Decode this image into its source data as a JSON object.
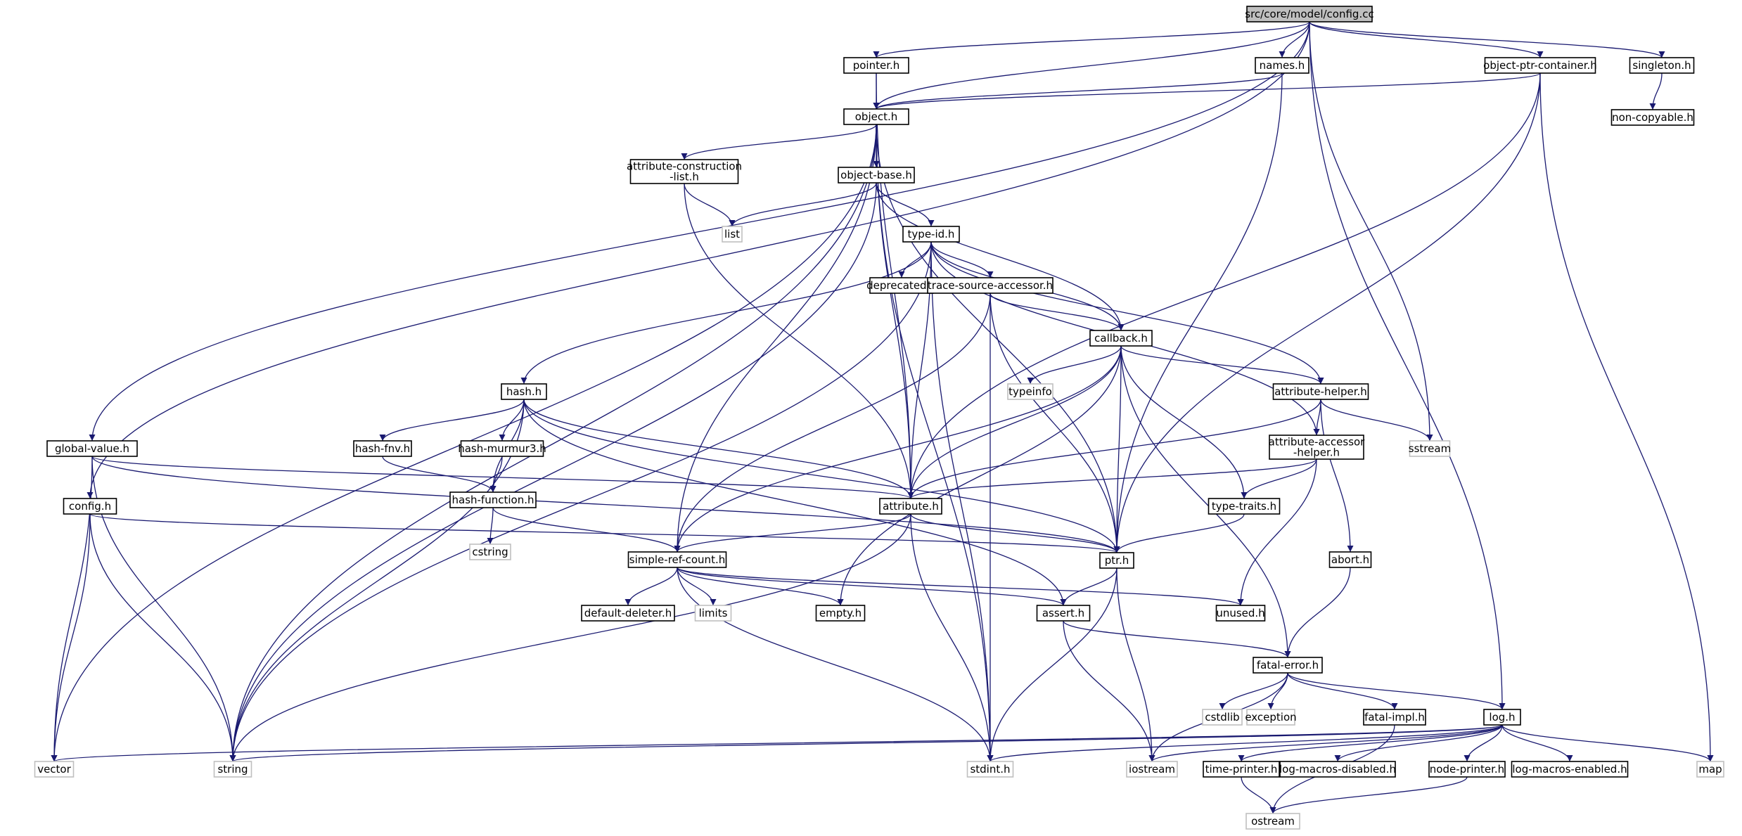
{
  "title": "src/core/model/config.cc",
  "colors": {
    "edge": "#191970",
    "main_fill": "#bfbfbf",
    "node_border": "#000000",
    "system_border": "#bfbfbf"
  },
  "nodes": [
    {
      "id": "config_cc",
      "label": [
        "src/core/model/config.cc"
      ],
      "kind": "main"
    },
    {
      "id": "pointer_h",
      "label": [
        "pointer.h"
      ],
      "kind": "local"
    },
    {
      "id": "names_h",
      "label": [
        "names.h"
      ],
      "kind": "local"
    },
    {
      "id": "opc_h",
      "label": [
        "object-ptr-container.h"
      ],
      "kind": "local"
    },
    {
      "id": "singleton_h",
      "label": [
        "singleton.h"
      ],
      "kind": "local"
    },
    {
      "id": "noncopy_h",
      "label": [
        "non-copyable.h"
      ],
      "kind": "local"
    },
    {
      "id": "object_h",
      "label": [
        "object.h"
      ],
      "kind": "local"
    },
    {
      "id": "acl_h",
      "label": [
        "attribute-construction",
        "-list.h"
      ],
      "kind": "local"
    },
    {
      "id": "objbase_h",
      "label": [
        "object-base.h"
      ],
      "kind": "local"
    },
    {
      "id": "list",
      "label": [
        "list"
      ],
      "kind": "system"
    },
    {
      "id": "typeid_h",
      "label": [
        "type-id.h"
      ],
      "kind": "local"
    },
    {
      "id": "deprecated_h",
      "label": [
        "deprecated.h"
      ],
      "kind": "local"
    },
    {
      "id": "tsa_h",
      "label": [
        "trace-source-accessor.h"
      ],
      "kind": "local"
    },
    {
      "id": "callback_h",
      "label": [
        "callback.h"
      ],
      "kind": "local"
    },
    {
      "id": "typeinfo",
      "label": [
        "typeinfo"
      ],
      "kind": "system"
    },
    {
      "id": "attrhelper_h",
      "label": [
        "attribute-helper.h"
      ],
      "kind": "local"
    },
    {
      "id": "sstream",
      "label": [
        "sstream"
      ],
      "kind": "system"
    },
    {
      "id": "hash_h",
      "label": [
        "hash.h"
      ],
      "kind": "local"
    },
    {
      "id": "hashfnv_h",
      "label": [
        "hash-fnv.h"
      ],
      "kind": "local"
    },
    {
      "id": "hashmm3_h",
      "label": [
        "hash-murmur3.h"
      ],
      "kind": "local"
    },
    {
      "id": "hashfn_h",
      "label": [
        "hash-function.h"
      ],
      "kind": "local"
    },
    {
      "id": "cstring",
      "label": [
        "cstring"
      ],
      "kind": "system"
    },
    {
      "id": "globalval_h",
      "label": [
        "global-value.h"
      ],
      "kind": "local"
    },
    {
      "id": "config_h",
      "label": [
        "config.h"
      ],
      "kind": "local"
    },
    {
      "id": "aah_h",
      "label": [
        "attribute-accessor",
        "-helper.h"
      ],
      "kind": "local"
    },
    {
      "id": "attribute_h",
      "label": [
        "attribute.h"
      ],
      "kind": "local"
    },
    {
      "id": "typetraits_h",
      "label": [
        "type-traits.h"
      ],
      "kind": "local"
    },
    {
      "id": "src_h",
      "label": [
        "simple-ref-count.h"
      ],
      "kind": "local"
    },
    {
      "id": "ptr_h",
      "label": [
        "ptr.h"
      ],
      "kind": "local"
    },
    {
      "id": "abort_h",
      "label": [
        "abort.h"
      ],
      "kind": "local"
    },
    {
      "id": "defdel_h",
      "label": [
        "default-deleter.h"
      ],
      "kind": "local"
    },
    {
      "id": "limits",
      "label": [
        "limits"
      ],
      "kind": "system"
    },
    {
      "id": "empty_h",
      "label": [
        "empty.h"
      ],
      "kind": "local"
    },
    {
      "id": "assert_h",
      "label": [
        "assert.h"
      ],
      "kind": "local"
    },
    {
      "id": "unused_h",
      "label": [
        "unused.h"
      ],
      "kind": "local"
    },
    {
      "id": "fatalerr_h",
      "label": [
        "fatal-error.h"
      ],
      "kind": "local"
    },
    {
      "id": "cstdlib",
      "label": [
        "cstdlib"
      ],
      "kind": "system"
    },
    {
      "id": "exception",
      "label": [
        "exception"
      ],
      "kind": "system"
    },
    {
      "id": "fatalimpl_h",
      "label": [
        "fatal-impl.h"
      ],
      "kind": "local"
    },
    {
      "id": "log_h",
      "label": [
        "log.h"
      ],
      "kind": "local"
    },
    {
      "id": "vector",
      "label": [
        "vector"
      ],
      "kind": "system"
    },
    {
      "id": "string",
      "label": [
        "string"
      ],
      "kind": "system"
    },
    {
      "id": "stdint_h",
      "label": [
        "stdint.h"
      ],
      "kind": "system"
    },
    {
      "id": "iostream",
      "label": [
        "iostream"
      ],
      "kind": "system"
    },
    {
      "id": "timeprinter_h",
      "label": [
        "time-printer.h"
      ],
      "kind": "local"
    },
    {
      "id": "lmd_h",
      "label": [
        "log-macros-disabled.h"
      ],
      "kind": "local"
    },
    {
      "id": "nodeprinter_h",
      "label": [
        "node-printer.h"
      ],
      "kind": "local"
    },
    {
      "id": "lme_h",
      "label": [
        "log-macros-enabled.h"
      ],
      "kind": "local"
    },
    {
      "id": "map",
      "label": [
        "map"
      ],
      "kind": "system"
    },
    {
      "id": "ostream",
      "label": [
        "ostream"
      ],
      "kind": "system"
    }
  ],
  "edges": [
    [
      "config_cc",
      "pointer_h"
    ],
    [
      "config_cc",
      "names_h"
    ],
    [
      "config_cc",
      "opc_h"
    ],
    [
      "config_cc",
      "singleton_h"
    ],
    [
      "config_cc",
      "object_h"
    ],
    [
      "config_cc",
      "globalval_h"
    ],
    [
      "config_cc",
      "config_h"
    ],
    [
      "config_cc",
      "sstream"
    ],
    [
      "config_cc",
      "log_h"
    ],
    [
      "singleton_h",
      "noncopy_h"
    ],
    [
      "pointer_h",
      "object_h"
    ],
    [
      "pointer_h",
      "attribute_h"
    ],
    [
      "names_h",
      "object_h"
    ],
    [
      "names_h",
      "ptr_h"
    ],
    [
      "opc_h",
      "object_h"
    ],
    [
      "opc_h",
      "ptr_h"
    ],
    [
      "opc_h",
      "attribute_h"
    ],
    [
      "opc_h",
      "map"
    ],
    [
      "object_h",
      "acl_h"
    ],
    [
      "object_h",
      "objbase_h"
    ],
    [
      "object_h",
      "vector"
    ],
    [
      "object_h",
      "string"
    ],
    [
      "object_h",
      "src_h"
    ],
    [
      "object_h",
      "attribute_h"
    ],
    [
      "object_h",
      "ptr_h"
    ],
    [
      "object_h",
      "stdint_h"
    ],
    [
      "acl_h",
      "list"
    ],
    [
      "acl_h",
      "attribute_h"
    ],
    [
      "objbase_h",
      "list"
    ],
    [
      "objbase_h",
      "typeid_h"
    ],
    [
      "objbase_h",
      "string"
    ],
    [
      "objbase_h",
      "callback_h"
    ],
    [
      "typeid_h",
      "deprecated_h"
    ],
    [
      "typeid_h",
      "tsa_h"
    ],
    [
      "typeid_h",
      "callback_h"
    ],
    [
      "typeid_h",
      "attrhelper_h"
    ],
    [
      "typeid_h",
      "aah_h"
    ],
    [
      "typeid_h",
      "hash_h"
    ],
    [
      "typeid_h",
      "string"
    ],
    [
      "typeid_h",
      "attribute_h"
    ],
    [
      "typeid_h",
      "stdint_h"
    ],
    [
      "tsa_h",
      "callback_h"
    ],
    [
      "tsa_h",
      "src_h"
    ],
    [
      "tsa_h",
      "ptr_h"
    ],
    [
      "tsa_h",
      "stdint_h"
    ],
    [
      "callback_h",
      "typeinfo"
    ],
    [
      "callback_h",
      "attrhelper_h"
    ],
    [
      "callback_h",
      "attribute_h"
    ],
    [
      "callback_h",
      "ptr_h"
    ],
    [
      "callback_h",
      "typetraits_h"
    ],
    [
      "callback_h",
      "src_h"
    ],
    [
      "callback_h",
      "empty_h"
    ],
    [
      "callback_h",
      "fatalerr_h"
    ],
    [
      "attrhelper_h",
      "sstream"
    ],
    [
      "attrhelper_h",
      "aah_h"
    ],
    [
      "attrhelper_h",
      "attribute_h"
    ],
    [
      "attrhelper_h",
      "abort_h"
    ],
    [
      "aah_h",
      "attribute_h"
    ],
    [
      "aah_h",
      "typetraits_h"
    ],
    [
      "aah_h",
      "unused_h"
    ],
    [
      "hash_h",
      "hashfnv_h"
    ],
    [
      "hash_h",
      "hashmm3_h"
    ],
    [
      "hash_h",
      "hashfn_h"
    ],
    [
      "hash_h",
      "string"
    ],
    [
      "hash_h",
      "assert_h"
    ],
    [
      "hash_h",
      "ptr_h"
    ],
    [
      "hash_h",
      "attribute_h"
    ],
    [
      "hashfnv_h",
      "hashfn_h"
    ],
    [
      "hashmm3_h",
      "hashfn_h"
    ],
    [
      "hashfn_h",
      "cstring"
    ],
    [
      "hashfn_h",
      "src_h"
    ],
    [
      "globalval_h",
      "attribute_h"
    ],
    [
      "globalval_h",
      "ptr_h"
    ],
    [
      "globalval_h",
      "vector"
    ],
    [
      "globalval_h",
      "string"
    ],
    [
      "config_h",
      "ptr_h"
    ],
    [
      "config_h",
      "vector"
    ],
    [
      "config_h",
      "string"
    ],
    [
      "attribute_h",
      "src_h"
    ],
    [
      "attribute_h",
      "ptr_h"
    ],
    [
      "attribute_h",
      "string"
    ],
    [
      "attribute_h",
      "stdint_h"
    ],
    [
      "typetraits_h",
      "ptr_h"
    ],
    [
      "src_h",
      "defdel_h"
    ],
    [
      "src_h",
      "limits"
    ],
    [
      "src_h",
      "empty_h"
    ],
    [
      "src_h",
      "assert_h"
    ],
    [
      "src_h",
      "unused_h"
    ],
    [
      "src_h",
      "stdint_h"
    ],
    [
      "ptr_h",
      "assert_h"
    ],
    [
      "ptr_h",
      "iostream"
    ],
    [
      "ptr_h",
      "stdint_h"
    ],
    [
      "abort_h",
      "fatalerr_h"
    ],
    [
      "assert_h",
      "fatalerr_h"
    ],
    [
      "assert_h",
      "iostream"
    ],
    [
      "fatalerr_h",
      "cstdlib"
    ],
    [
      "fatalerr_h",
      "exception"
    ],
    [
      "fatalerr_h",
      "fatalimpl_h"
    ],
    [
      "fatalerr_h",
      "log_h"
    ],
    [
      "fatalerr_h",
      "iostream"
    ],
    [
      "fatalimpl_h",
      "ostream"
    ],
    [
      "log_h",
      "vector"
    ],
    [
      "log_h",
      "string"
    ],
    [
      "log_h",
      "stdint_h"
    ],
    [
      "log_h",
      "iostream"
    ],
    [
      "log_h",
      "timeprinter_h"
    ],
    [
      "log_h",
      "lmd_h"
    ],
    [
      "log_h",
      "nodeprinter_h"
    ],
    [
      "log_h",
      "lme_h"
    ],
    [
      "log_h",
      "map"
    ],
    [
      "timeprinter_h",
      "ostream"
    ],
    [
      "nodeprinter_h",
      "ostream"
    ]
  ]
}
